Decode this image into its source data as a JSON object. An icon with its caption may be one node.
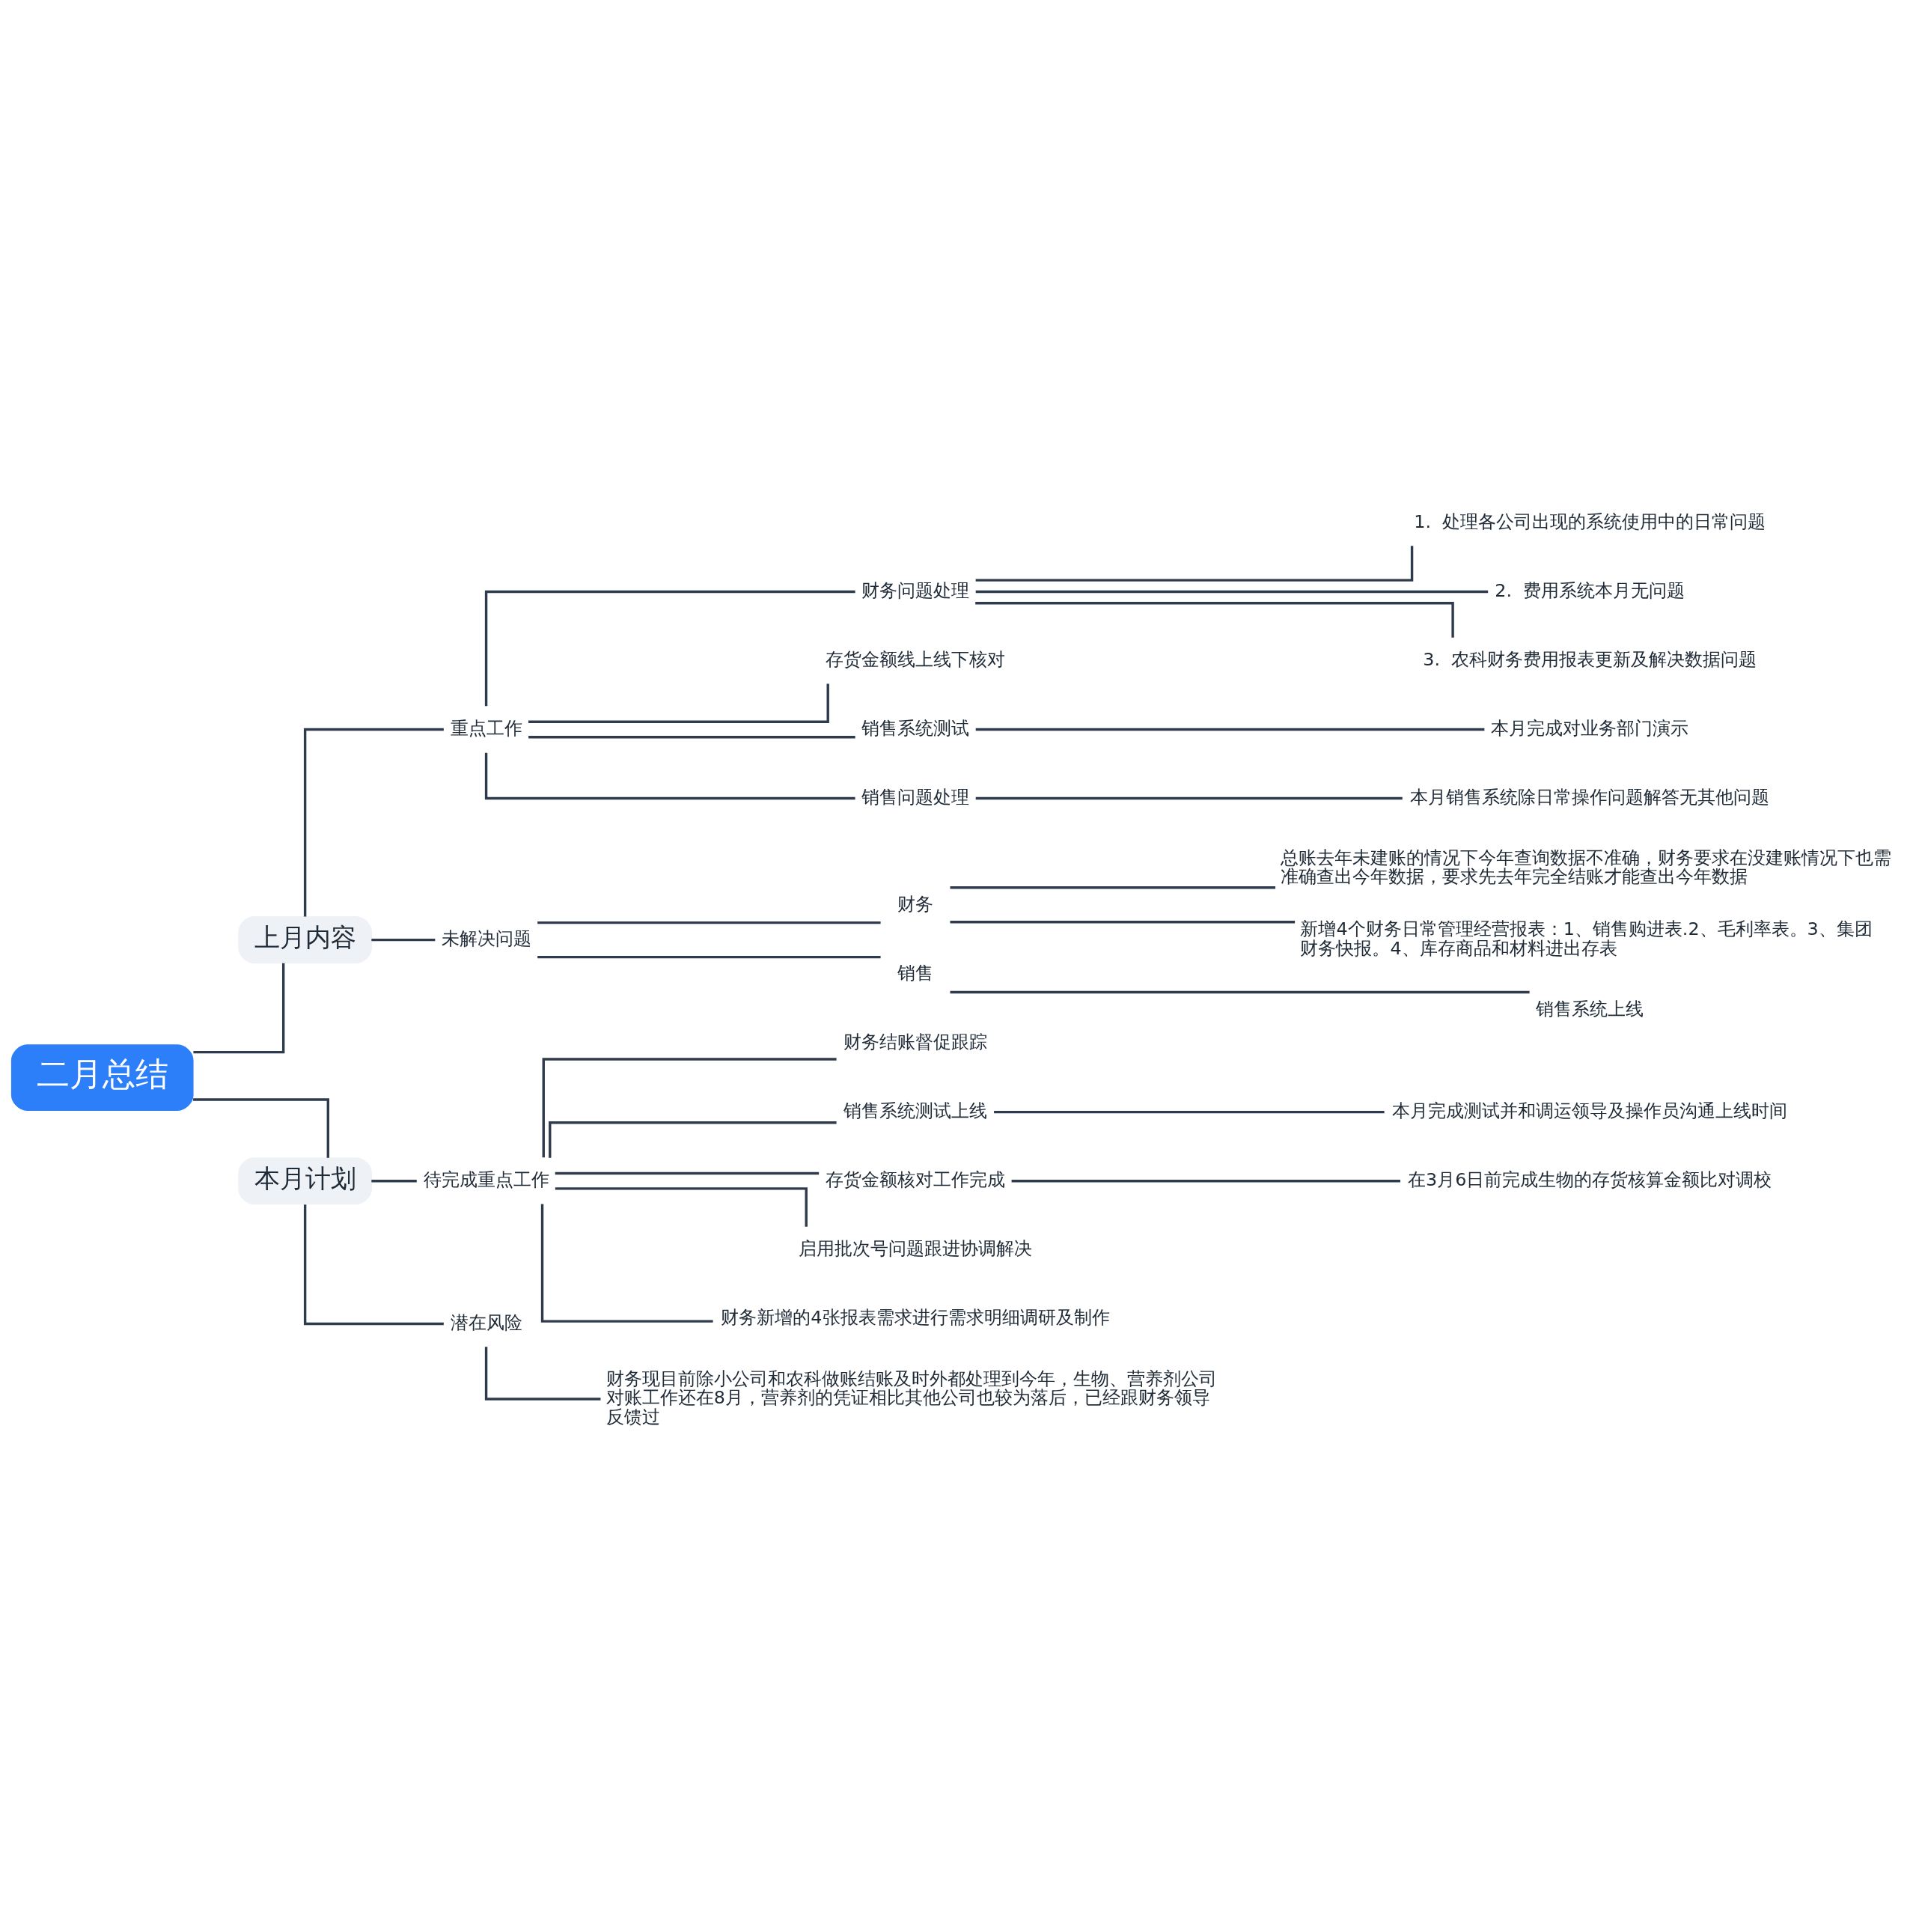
{
  "diagram": {
    "nodes": [
      {
        "text": [
          "二月总结"
        ]
      },
      {
        "text": [
          "上月内容"
        ]
      },
      {
        "text": [
          "重点工作"
        ]
      },
      {
        "text": [
          "财务问题处理"
        ]
      },
      {
        "text": [
          "1.  处理各公司出现的系统使用中的日常问题"
        ]
      },
      {
        "text": [
          "2.  费用系统本月无问题"
        ]
      },
      {
        "text": [
          "3.  农科财务费用报表更新及解决数据问题"
        ]
      },
      {
        "text": [
          "存货金额线上线下核对"
        ]
      },
      {
        "text": [
          "销售系统测试"
        ]
      },
      {
        "text": [
          "本月完成对业务部门演示"
        ]
      },
      {
        "text": [
          "销售问题处理"
        ]
      },
      {
        "text": [
          "本月销售系统除日常操作问题解答无其他问题"
        ]
      },
      {
        "text": [
          "未解决问题"
        ]
      },
      {
        "text": [
          "财务"
        ]
      },
      {
        "text": [
          "总账去年未建账的情况下今年查询数据不准确，财务要求在没建账情况下也需准确查出今年数据，要求先去年完全结账才能查出今年数据"
        ]
      },
      {
        "text": [
          "新增4个财务日常管理经营报表：1、销售购进表.2、毛利率表。3、集团财务快报。4、库存商品和材料进出存表"
        ]
      },
      {
        "text": [
          "销售"
        ]
      },
      {
        "text": [
          "销售系统上线"
        ]
      },
      {
        "text": [
          "本月计划"
        ]
      },
      {
        "text": [
          "待完成重点工作"
        ]
      },
      {
        "text": [
          "财务结账督促跟踪"
        ]
      },
      {
        "text": [
          "销售系统测试上线"
        ]
      },
      {
        "text": [
          "本月完成测试并和调运领导及操作员沟通上线时间"
        ]
      },
      {
        "text": [
          "存货金额核对工作完成"
        ]
      },
      {
        "text": [
          "在3月6日前完成生物的存货核算金额比对调校"
        ]
      },
      {
        "text": [
          "启用批次号问题跟进协调解决"
        ]
      },
      {
        "text": [
          "财务新增的4张报表需求进行需求明细调研及制作"
        ]
      },
      {
        "text": [
          "潜在风险"
        ]
      },
      {
        "text": [
          "财务现目前除小公司和农科做账结账及时外都处理到今年，生物、营养剂公司对账工作还在8月，营养剂的凭证相比其他公司也较为落后，已经跟财务领导反馈过"
        ]
      }
    ],
    "edges": [
      {
        "from": 0,
        "to": 1,
        "arrow": "none"
      },
      {
        "from": 1,
        "to": 2,
        "arrow": "none"
      },
      {
        "from": 2,
        "to": 3,
        "arrow": "none"
      },
      {
        "from": 3,
        "to": 4,
        "arrow": "none"
      },
      {
        "from": 3,
        "to": 5,
        "arrow": "none"
      },
      {
        "from": 3,
        "to": 6,
        "arrow": "none"
      },
      {
        "from": 2,
        "to": 7,
        "arrow": "none"
      },
      {
        "from": 2,
        "to": 8,
        "arrow": "none"
      },
      {
        "from": 8,
        "to": 9,
        "arrow": "none"
      },
      {
        "from": 2,
        "to": 10,
        "arrow": "none"
      },
      {
        "from": 10,
        "to": 11,
        "arrow": "none"
      },
      {
        "from": 1,
        "to": 12,
        "arrow": "none"
      },
      {
        "from": 12,
        "to": 13,
        "arrow": "none"
      },
      {
        "from": 13,
        "to": 14,
        "arrow": "none"
      },
      {
        "from": 13,
        "to": 15,
        "arrow": "none"
      },
      {
        "from": 12,
        "to": 16,
        "arrow": "none"
      },
      {
        "from": 16,
        "to": 17,
        "arrow": "none"
      },
      {
        "from": 0,
        "to": 18,
        "arrow": "none"
      },
      {
        "from": 18,
        "to": 19,
        "arrow": "none"
      },
      {
        "from": 19,
        "to": 20,
        "arrow": "none"
      },
      {
        "from": 19,
        "to": 21,
        "arrow": "none"
      },
      {
        "from": 21,
        "to": 22,
        "arrow": "none"
      },
      {
        "from": 19,
        "to": 23,
        "arrow": "none"
      },
      {
        "from": 23,
        "to": 24,
        "arrow": "none"
      },
      {
        "from": 19,
        "to": 25,
        "arrow": "none"
      },
      {
        "from": 19,
        "to": 26,
        "arrow": "none"
      },
      {
        "from": 18,
        "to": 27,
        "arrow": "none"
      },
      {
        "from": 27,
        "to": 28,
        "arrow": "none"
      }
    ]
  }
}
